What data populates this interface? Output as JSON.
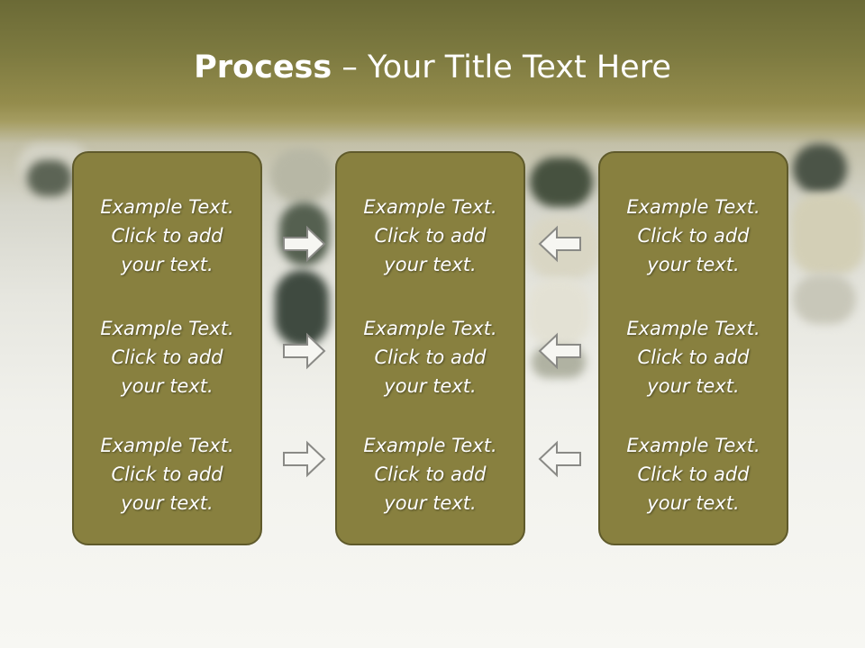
{
  "title": {
    "bold": "Process",
    "rest": " – Your Title Text Here"
  },
  "panels": [
    {
      "items": [
        "Example Text.\nClick  to add\nyour text.",
        "Example Text.\nClick  to add\nyour text.",
        "Example Text.\nClick  to add\nyour text."
      ]
    },
    {
      "items": [
        "Example Text.\nClick  to add\nyour text.",
        "Example Text.\nClick  to add\nyour text.",
        "Example Text.\nClick  to add\nyour text."
      ]
    },
    {
      "items": [
        "Example Text.\nClick  to add\nyour text.",
        "Example Text.\nClick  to add\nyour text.",
        "Example Text.\nClick  to add\nyour text."
      ]
    }
  ],
  "arrows": {
    "left_column": "right-arrow-icon",
    "right_column": "left-arrow-icon"
  },
  "colors": {
    "panel": "#88803f",
    "panel_border": "#5f5a2b",
    "text": "#ffffff"
  }
}
